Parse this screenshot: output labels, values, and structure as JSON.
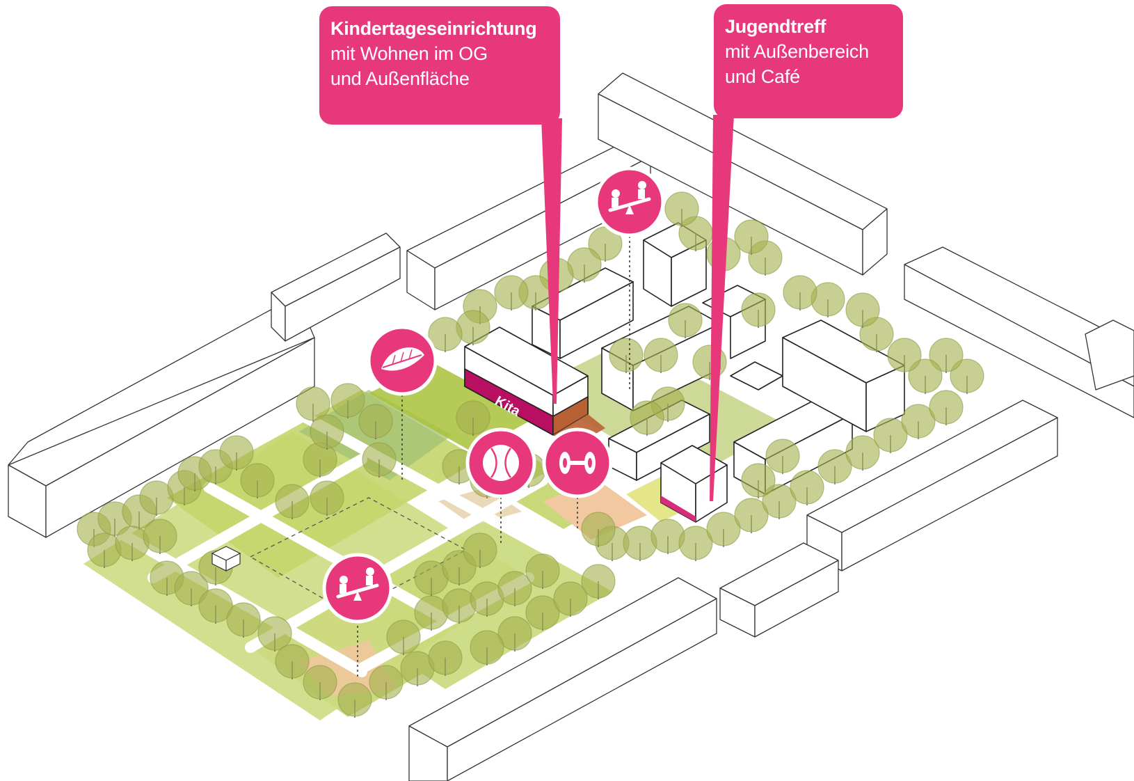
{
  "callouts": {
    "kita": {
      "title": "Kindertageseinrichtung",
      "line1": "mit Wohnen im OG",
      "line2": "und Außenfläche"
    },
    "jugend": {
      "title": "Jugendtreff",
      "line1": "mit Außenbereich",
      "line2": "und Café"
    }
  },
  "building_labels": {
    "kita": "Kita"
  },
  "icons": [
    "seesaw-icon",
    "leaf-icon",
    "ball-icon",
    "dumbbell-icon",
    "seesaw-icon"
  ],
  "colors": {
    "accent": "#e8387c",
    "lawn": "#c9d97a",
    "lawn_dark": "#a9c23a",
    "tree": "#a9b45a",
    "sand": "#f0c79a",
    "path": "#ffffff",
    "building_outline": "#333333"
  }
}
